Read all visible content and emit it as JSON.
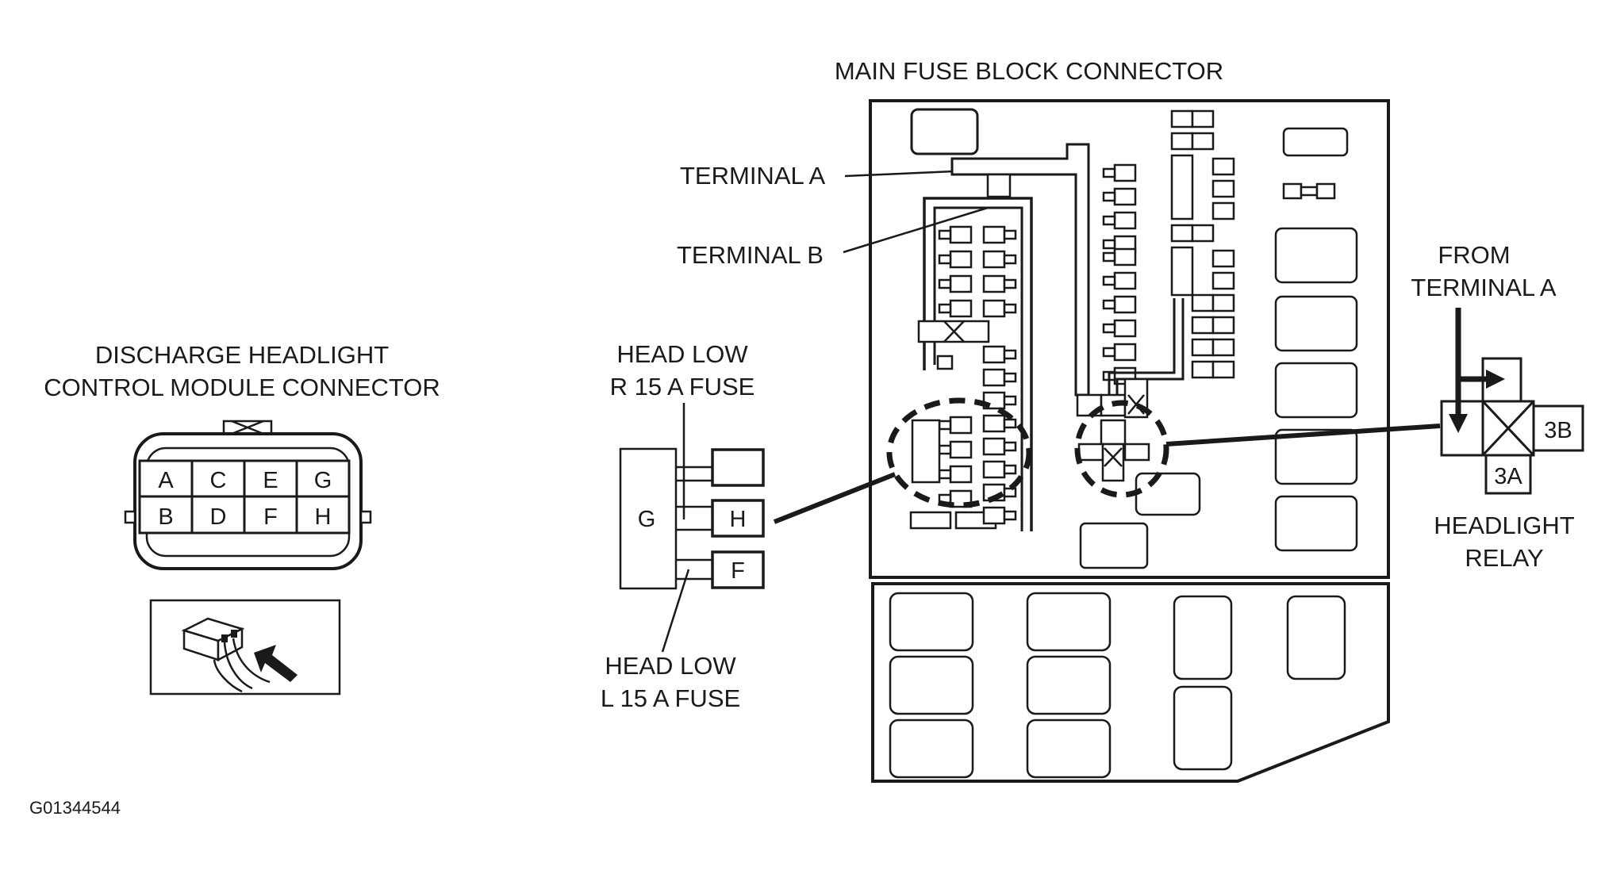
{
  "fuse_block": {
    "title": "MAIN FUSE BLOCK CONNECTOR",
    "terminal_a": "TERMINAL A",
    "terminal_b": "TERMINAL B"
  },
  "headlight_module": {
    "title_line1": "DISCHARGE HEADLIGHT",
    "title_line2": "CONTROL MODULE CONNECTOR",
    "pins": [
      "A",
      "C",
      "E",
      "G",
      "B",
      "D",
      "F",
      "H"
    ]
  },
  "fuse_detail": {
    "right_fuse_line1": "HEAD LOW",
    "right_fuse_line2": "R 15 A FUSE",
    "left_fuse_line1": "HEAD LOW",
    "left_fuse_line2": "L 15 A FUSE",
    "terminal_g": "G",
    "terminal_h": "H",
    "terminal_f": "F"
  },
  "relay": {
    "from_line1": "FROM",
    "from_line2": "TERMINAL A",
    "terminal_3b": "3B",
    "terminal_3a": "3A",
    "name_line1": "HEADLIGHT",
    "name_line2": "RELAY"
  },
  "figure_id": "G01344544"
}
